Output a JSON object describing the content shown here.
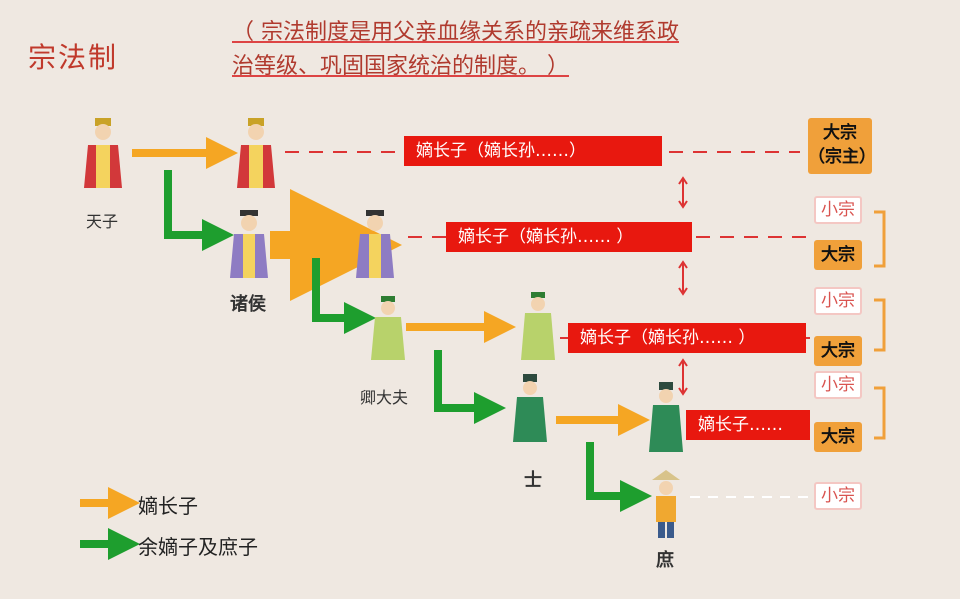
{
  "title": "宗法制",
  "description_line1": "（ 宗法制度是用父亲血缘关系的亲疏来维系政",
  "description_line2": "治等级、巩固国家统治的制度。 ）",
  "ranks": {
    "tianzi": "天子",
    "zhuhou": "诸侯",
    "qingdafu": "卿大夫",
    "shi": "士",
    "shu": "庶"
  },
  "lineage_bars": [
    "嫡长子（嫡长孙……）",
    "嫡长子（嫡长孙…… ）",
    "嫡长子（嫡长孙…… ）",
    "嫡长子……"
  ],
  "tags": {
    "dazong_zongzhu_line1": "大宗",
    "dazong_zongzhu_line2": "（宗主）",
    "xiaozong": "小宗",
    "dazong": "大宗"
  },
  "legend": {
    "eldest_son": "嫡长子",
    "other_sons": "余嫡子及庶子"
  },
  "colors": {
    "orange_arrow": "#f5a623",
    "green_arrow": "#1e9e2e",
    "red_bar": "#e8180f",
    "dazong_tag": "#f0a03a"
  }
}
